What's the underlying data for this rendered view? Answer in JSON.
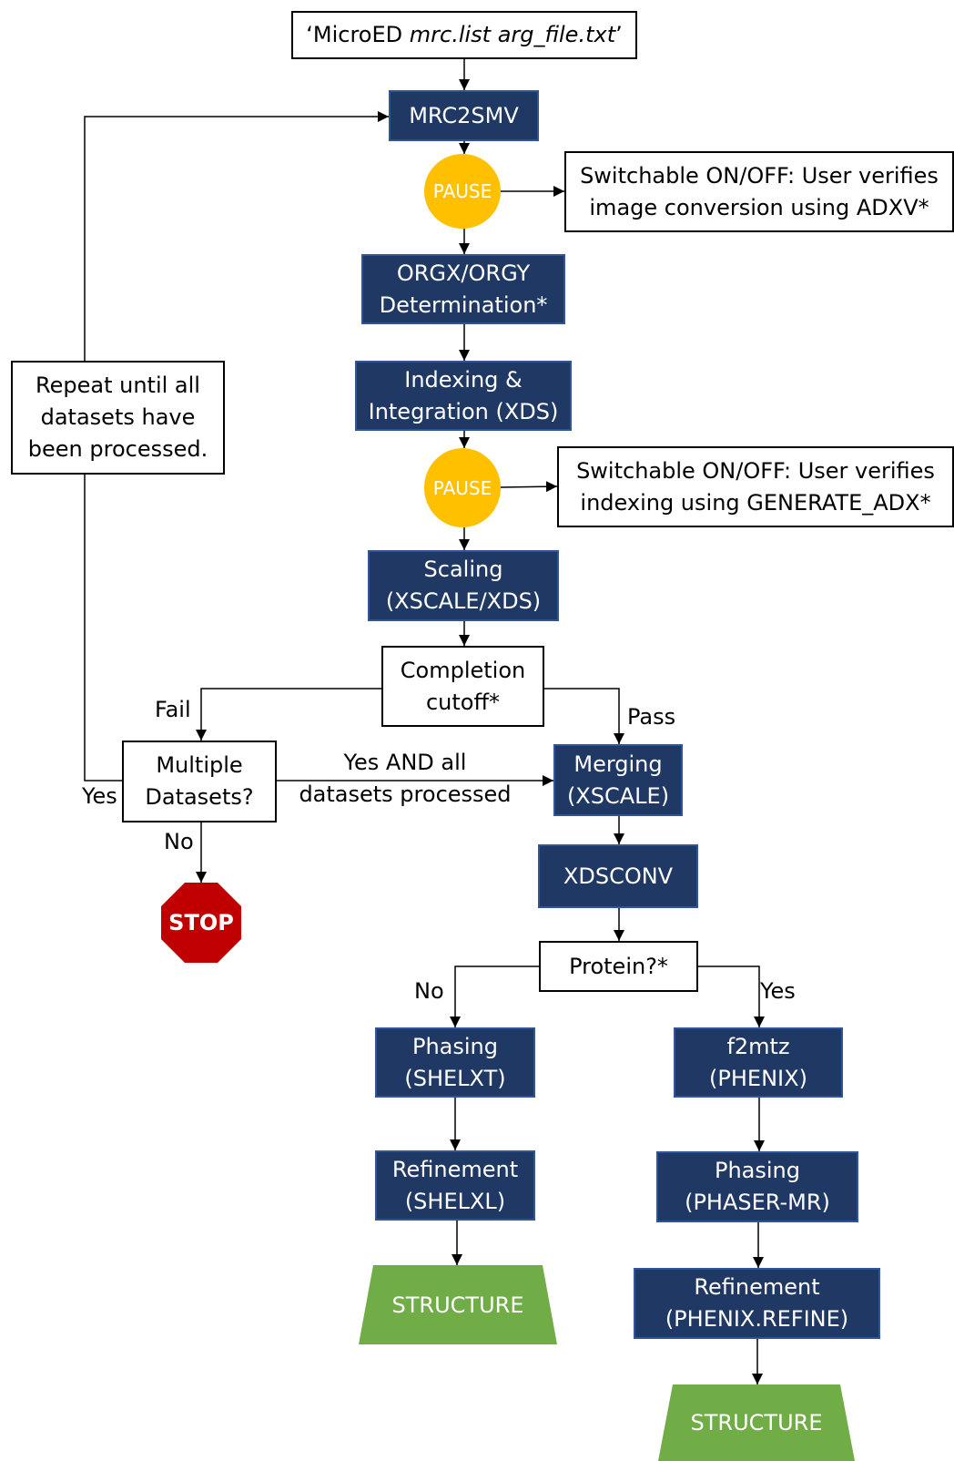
{
  "command": {
    "prefix": "‘MicroED ",
    "italic": "mrc.list arg_file.txt",
    "suffix": "’"
  },
  "nodes": {
    "mrc2smv": [
      "MRC2SMV"
    ],
    "orgx": [
      "ORGX/ORGY",
      "Determination*"
    ],
    "indexing": [
      "Indexing &",
      "Integration (XDS)"
    ],
    "scaling": [
      "Scaling",
      "(XSCALE/XDS)"
    ],
    "completion": [
      "Completion",
      "cutoff*"
    ],
    "multiple": [
      "Multiple",
      "Datasets?"
    ],
    "merging": [
      "Merging",
      "(XSCALE)"
    ],
    "xdsconv": [
      "XDSCONV"
    ],
    "protein": [
      "Protein?*"
    ],
    "phasing_shelxt": [
      "Phasing",
      "(SHELXT)"
    ],
    "refinement_shelxl": [
      "Refinement",
      "(SHELXL)"
    ],
    "f2mtz": [
      "f2mtz",
      "(PHENIX)"
    ],
    "phasing_phaser": [
      "Phasing",
      "(PHASER-MR)"
    ],
    "refinement_phenix": [
      "Refinement",
      "(PHENIX.REFINE)"
    ],
    "repeat": [
      "Repeat until all",
      "datasets have",
      "been processed."
    ],
    "note1": [
      "Switchable ON/OFF: User verifies",
      "image conversion using ADXV*"
    ],
    "note2": [
      "Switchable ON/OFF: User verifies",
      "indexing using GENERATE_ADX*"
    ]
  },
  "pause_label": "PAUSE",
  "stop_label": "STOP",
  "structure_label": "STRUCTURE",
  "edge_labels": {
    "fail": "Fail",
    "pass": "Pass",
    "yes_multiple": "Yes",
    "no_multiple": "No",
    "yes_and_all": [
      "Yes AND all",
      "datasets processed"
    ],
    "protein_no": "No",
    "protein_yes": "Yes"
  },
  "colors": {
    "process_fill": "#1f3864",
    "process_border": "#2f5597",
    "pause": "#ffc000",
    "stop": "#c00000",
    "structure": "#70ad47",
    "line": "#000000"
  }
}
